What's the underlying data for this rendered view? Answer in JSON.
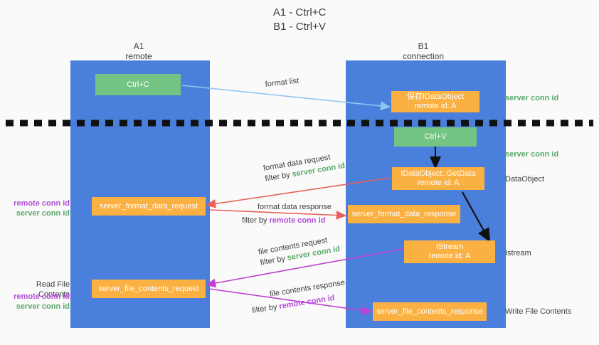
{
  "diagram": {
    "title": "A1 - Ctrl+C\nB1 - Ctrl+V",
    "columns": [
      {
        "name": "A1",
        "sub": "remote"
      },
      {
        "name": "B1",
        "sub": "connection"
      }
    ],
    "boxes": {
      "ctrl_c": "Ctrl+C",
      "ctrl_v": "Ctrl+V",
      "save_idataobject": "保存IDataObject\nremote id: A",
      "getdata": "IDataObject::GetData\nremote id: A",
      "istream": "IStream\nremote id: A",
      "server_format_data_request": "server_format_data_request",
      "server_format_data_response": "server_format_data_response",
      "server_file_contents_request": "server_file_contents_request",
      "server_file_contents_response": "server_file_contents_response"
    },
    "right_labels": {
      "server_conn_id_top": "server conn id",
      "server_conn_id_second": "server conn id",
      "dataobject": "DataObject",
      "istream": "Istream",
      "write_file_contents": "Write File Contents"
    },
    "left_labels": {
      "remote_conn_id_1": "remote conn id",
      "server_conn_id_1": "server conn id",
      "read_file_contents": "Read File Contents",
      "remote_conn_id_2": "remote conn id",
      "server_conn_id_2": "server conn id"
    },
    "edges": [
      {
        "id": "format-list",
        "line1": "format list",
        "line2": "",
        "filter_word": "",
        "color": "#93c5f0"
      },
      {
        "id": "format-data-request",
        "line1": "format data request",
        "line2_prefix": "filter by ",
        "line2_key": "server conn id",
        "key_color": "green",
        "color": "#e8615a"
      },
      {
        "id": "format-data-response",
        "line1": "format data response",
        "line2_prefix": "filter by ",
        "line2_key": "remote conn id",
        "key_color": "purple",
        "color": "#e8615a"
      },
      {
        "id": "file-contents-request",
        "line1": "file contents request",
        "line2_prefix": "filter by ",
        "line2_key": "server conn id",
        "key_color": "green",
        "color": "#c040d0"
      },
      {
        "id": "file-contents-response",
        "line1": "file contents response",
        "line2_prefix": "filter by ",
        "line2_key": "remote conn id",
        "key_color": "purple",
        "color": "#c040d0"
      }
    ],
    "colors": {
      "panel": "#4a7fdc",
      "green_box": "#74c484",
      "orange_box": "#fbb042",
      "green_text": "#5aa96b",
      "purple_text": "#b44bd6",
      "red_arrow": "#e8615a",
      "magenta_arrow": "#c040d0",
      "light_blue_arrow": "#93c5f0",
      "divider": "#111111",
      "background": "#fafafa"
    }
  }
}
